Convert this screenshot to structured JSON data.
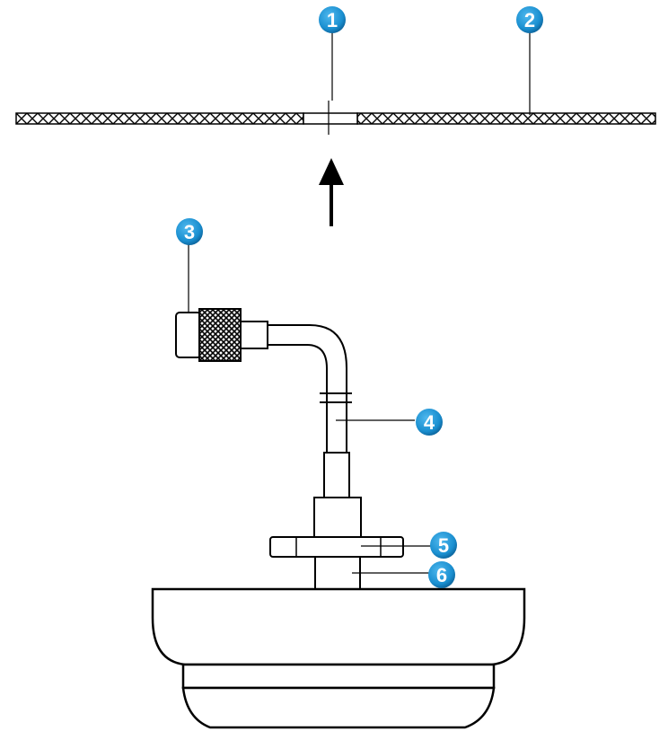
{
  "diagram": {
    "callouts": [
      {
        "id": "1",
        "label": "1"
      },
      {
        "id": "2",
        "label": "2"
      },
      {
        "id": "3",
        "label": "3"
      },
      {
        "id": "4",
        "label": "4"
      },
      {
        "id": "5",
        "label": "5"
      },
      {
        "id": "6",
        "label": "6"
      }
    ],
    "colors": {
      "callout_fill": "#1a8fd0",
      "callout_dark": "#0b5f96",
      "line": "#000000",
      "background": "#ffffff"
    }
  }
}
